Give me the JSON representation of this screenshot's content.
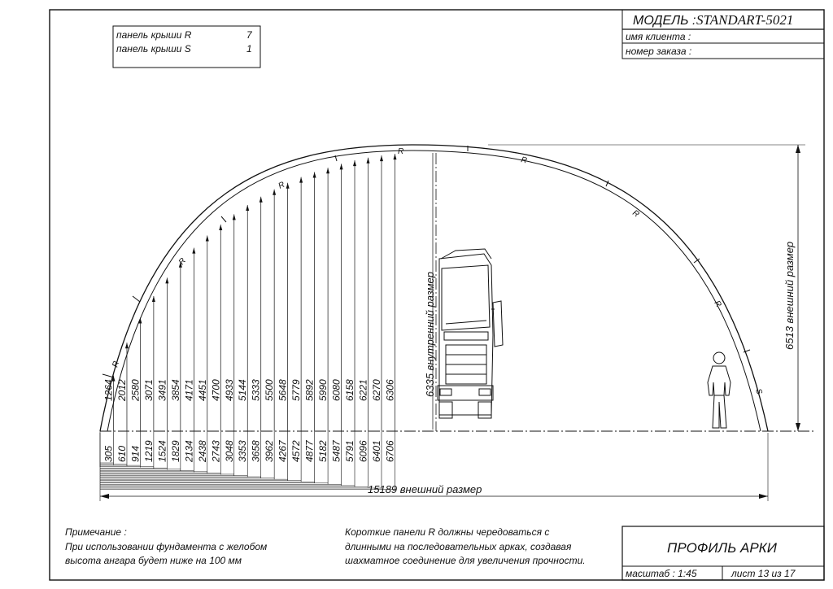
{
  "title_block": {
    "model_label": "МОДЕЛЬ :",
    "model_value": "STANDART-5021",
    "client_label": "имя клиента :",
    "order_label": "номер заказа :",
    "drawing_title": "ПРОФИЛЬ АРКИ",
    "scale": "масштаб : 1:45",
    "sheet": "лист 13 из 17"
  },
  "panel_table": [
    {
      "label": "панель крыши R",
      "count": "7"
    },
    {
      "label": "панель крыши S",
      "count": "1"
    }
  ],
  "arch": {
    "panel_markers": [
      "R",
      "R",
      "R",
      "R",
      "R",
      "R",
      "R",
      "S"
    ],
    "heights": [
      "1264",
      "2012",
      "2580",
      "3071",
      "3491",
      "3854",
      "4171",
      "4451",
      "4700",
      "4933",
      "5144",
      "5333",
      "5500",
      "5648",
      "5779",
      "5892",
      "5990",
      "6080",
      "6158",
      "6221",
      "6270",
      "6306"
    ],
    "offsets": [
      "305",
      "610",
      "914",
      "1219",
      "1524",
      "1829",
      "2134",
      "2438",
      "2743",
      "3048",
      "3353",
      "3658",
      "3962",
      "4267",
      "4572",
      "4877",
      "5182",
      "5487",
      "5791",
      "6096",
      "6401",
      "6706"
    ],
    "width_label": "15189 внешний размер",
    "height_label": "6513 внешний размер",
    "inner_height_label": "6335 внутренний размер",
    "span_mm": 15189,
    "height_mm": 6513
  },
  "notes": {
    "note_title": "Примечание :",
    "note_line1": "При использовании фундамента с желобом",
    "note_line2": "высота ангара будет ниже на  100  мм",
    "panel_line1": "Короткие панели  R  должны чередоваться с",
    "panel_line2": "длинными на последовательных арках, создавая",
    "panel_line3": "шахматное соединение для увеличения прочности."
  }
}
